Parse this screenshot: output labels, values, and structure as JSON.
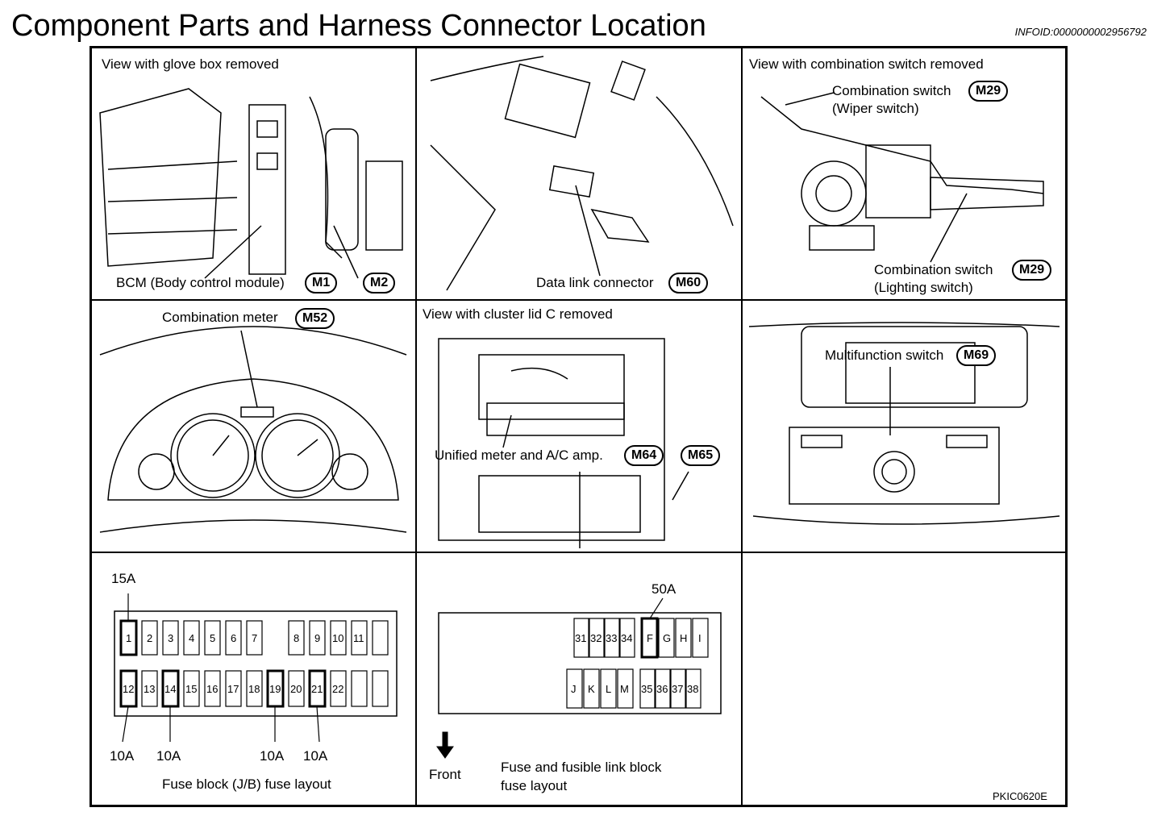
{
  "header": {
    "title": "Component Parts and Harness Connector Location",
    "infoid": "INFOID:0000000002956792"
  },
  "panels": {
    "p1": {
      "caption": "View with glove box removed",
      "label": "BCM (Body control module)",
      "conn1": "M1",
      "conn2": "M2"
    },
    "p2": {
      "label": "Data link connector",
      "conn": "M60"
    },
    "p3": {
      "caption": "View with combination switch removed",
      "label1a": "Combination switch",
      "label1b": "(Wiper switch)",
      "conn1": "M29",
      "label2a": "Combination switch",
      "label2b": "(Lighting switch)",
      "conn2": "M29"
    },
    "p4": {
      "label": "Combination meter",
      "conn": "M52"
    },
    "p5": {
      "caption": "View with cluster lid C removed",
      "label": "Unified meter and A/C amp.",
      "conn1": "M64",
      "conn2": "M65"
    },
    "p6": {
      "label": "Multifunction switch",
      "conn": "M69"
    },
    "p7": {
      "amp_top": "15A",
      "amps_bottom": [
        "10A",
        "10A",
        "10A",
        "10A"
      ],
      "row1": [
        "1",
        "2",
        "3",
        "4",
        "5",
        "6",
        "7",
        "",
        "8",
        "9",
        "10",
        "11",
        ""
      ],
      "row2": [
        "12",
        "13",
        "14",
        "15",
        "16",
        "17",
        "18",
        "19",
        "20",
        "21",
        "22",
        "",
        ""
      ],
      "caption": "Fuse block (J/B) fuse layout"
    },
    "p8": {
      "amp_top": "50A",
      "row1": [
        "31",
        "32",
        "33",
        "34",
        "F",
        "G",
        "H",
        "I"
      ],
      "row2": [
        "J",
        "K",
        "L",
        "M",
        "35",
        "36",
        "37",
        "38"
      ],
      "front": "Front",
      "caption1": "Fuse and fusible link block",
      "caption2": "fuse layout"
    },
    "p9": {
      "code": "PKIC0620E"
    }
  }
}
